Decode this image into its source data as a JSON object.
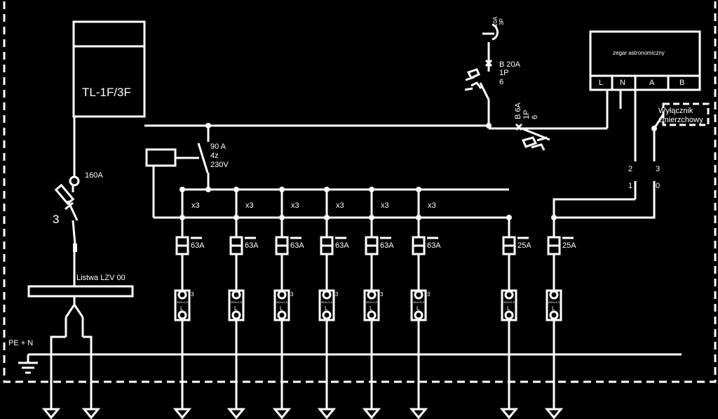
{
  "colors": {
    "background": "#000000",
    "lines": "#ffffff"
  },
  "meter": {
    "label": "TL-1F/3F"
  },
  "main_fuse": {
    "rating": "160A",
    "poles": "3"
  },
  "busbar": {
    "label": "Listwa LZV 00"
  },
  "pe_n": {
    "label": "PE + N"
  },
  "aux_fuse": {
    "rating": "10A",
    "poles": "3P"
  },
  "breaker_b20": {
    "line1": "B 20A",
    "line2": "1P",
    "line3": "6"
  },
  "breaker_b6": {
    "line1": "B 6A",
    "line2": "1P",
    "line3": "6"
  },
  "contactor": {
    "line1": "90 A",
    "line2": "4z",
    "line3": "230V"
  },
  "astro_clock": {
    "label": "zegar astronomiczny",
    "terminals": [
      "L",
      "N",
      "A",
      "B"
    ]
  },
  "twilight_switch": {
    "line1": "Wyłącznik",
    "line2": "zmierzchowy"
  },
  "switch_contacts": {
    "top_left": "2",
    "top_right": "3",
    "bottom_left": "1",
    "bottom_right": "0"
  },
  "feeders": [
    {
      "multiplier": "x3",
      "fuse": "63A",
      "block_top": "3",
      "block_label": "L",
      "block_small": "25/4×2,5"
    },
    {
      "multiplier": "x3",
      "fuse": "63A",
      "block_top": "",
      "block_label": "L",
      "block_small": "25/4×2,5"
    },
    {
      "multiplier": "x3",
      "fuse": "63A",
      "block_top": "3",
      "block_label": "L",
      "block_small": "25/4×2,5"
    },
    {
      "multiplier": "x3",
      "fuse": "63A",
      "block_top": "3",
      "block_label": "L",
      "block_small": "25/4×2,5"
    },
    {
      "multiplier": "x3",
      "fuse": "63A",
      "block_top": "3",
      "block_label": "L",
      "block_small": "25/4×2,5"
    },
    {
      "multiplier": "x3",
      "fuse": "63A",
      "block_top": "3",
      "block_label": "L",
      "block_small": "25/4×2,5"
    },
    {
      "multiplier": "",
      "fuse": "25A",
      "block_top": "",
      "block_label": "L",
      "block_small": "25/4×2,5"
    },
    {
      "multiplier": "",
      "fuse": "25A",
      "block_top": "",
      "block_label": "L",
      "block_small": "25/4×2,5"
    }
  ]
}
